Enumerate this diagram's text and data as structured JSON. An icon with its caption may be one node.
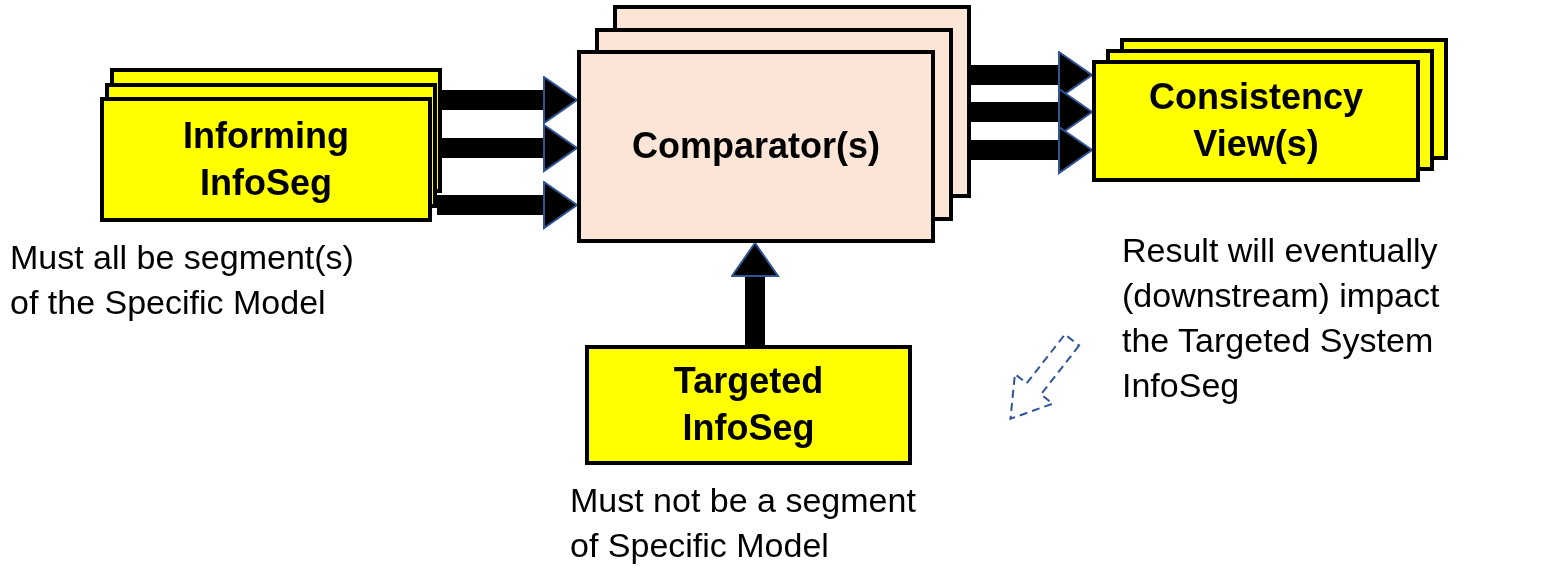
{
  "diagram": {
    "nodes": [
      {
        "text": [
          "Informing InfoSeg"
        ],
        "beside": [
          "Must all be segment(s) of the Specific Model"
        ]
      },
      {
        "text": [
          "Comparator(s)"
        ]
      },
      {
        "text": [
          "Consistency View(s)"
        ]
      },
      {
        "text": [
          "Targeted InfoSeg"
        ],
        "beside": [
          "Must not be a segment of Specific Model"
        ]
      }
    ],
    "edges": [
      {
        "from": 0,
        "to": 1,
        "arrow": "to"
      },
      {
        "from": 0,
        "to": 1,
        "arrow": "to"
      },
      {
        "from": 0,
        "to": 1,
        "arrow": "to"
      },
      {
        "from": 1,
        "to": 2,
        "arrow": "to"
      },
      {
        "from": 1,
        "to": 2,
        "arrow": "to"
      },
      {
        "from": 1,
        "to": 2,
        "arrow": "to"
      },
      {
        "from": 3,
        "to": 1,
        "arrow": "to"
      }
    ],
    "labels": [
      "Result will eventually (downstream) impact the Targeted System InfoSeg"
    ]
  }
}
